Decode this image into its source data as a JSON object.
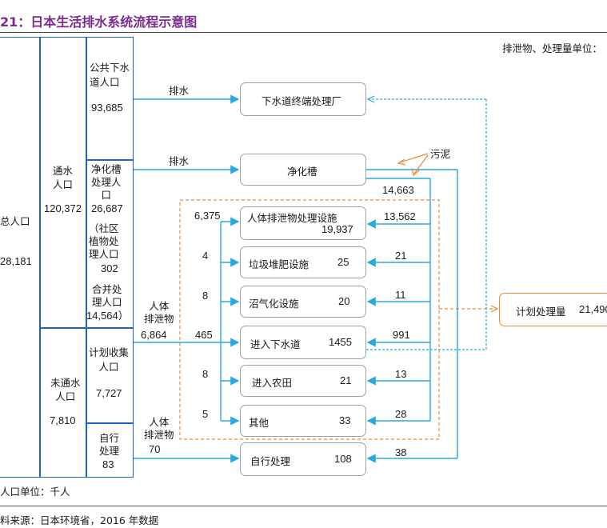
{
  "title": "21：日本生活排水系统流程示意图",
  "unit_note": "排泄物、处理量单位：",
  "columns": {
    "total": {
      "label": "总人口",
      "value": "28,181"
    },
    "piped": {
      "label": "通水\n人口",
      "value": "120,372"
    },
    "unpiped": {
      "label": "未通水\n人口",
      "value": "7,810"
    },
    "public_sewer": {
      "label": "公共下水\n道人口",
      "value": "93,685"
    },
    "septic": {
      "label": "净化槽\n处理人\n口",
      "value": "26,687"
    },
    "community": {
      "label": "（社区\n植物处\n理人口",
      "value": "302"
    },
    "combined": {
      "label": "合并处\n理人口",
      "value": "14,564）"
    },
    "planned_collect": {
      "label": "计划收集\n人口",
      "value": "7,727"
    },
    "self_treat": {
      "label": "自行\n处理",
      "value": "83"
    }
  },
  "arrows": {
    "drain1": "排水",
    "drain2": "排水",
    "excreta1": "人体\n排泄物",
    "excreta1_value": "6,864",
    "excreta2": "人体\n排泄物",
    "excreta2_value": "70",
    "sludge": "污泥",
    "sludge_value": "14,663"
  },
  "boxes": {
    "sewage_plant": "下水道终端处理厂",
    "septic_tank": "净化槽",
    "night_soil": {
      "label": "人体排泄物处理设施",
      "value": "19,937"
    },
    "compost": {
      "label": "垃圾堆肥设施",
      "value": "25"
    },
    "biogas": {
      "label": "沼气化设施",
      "value": "20"
    },
    "to_sewer": {
      "label": "进入下水道",
      "value": "1455"
    },
    "farmland": {
      "label": "进入农田",
      "value": "21"
    },
    "other": {
      "label": "其他",
      "value": "33"
    },
    "self": {
      "label": "自行处理",
      "value": "108"
    },
    "planned": {
      "label": "计划处理量",
      "value": "21,490"
    }
  },
  "left_values": [
    "6,375",
    "4",
    "8",
    "465",
    "8",
    "5"
  ],
  "right_values": [
    "13,562",
    "21",
    "11",
    "991",
    "13",
    "28",
    "38"
  ],
  "footnote": "人口单位：千人",
  "source": "料来源：日本环境省，2016 年数据",
  "colors": {
    "accent": "#1e64c8",
    "arrow": "#29a9e0",
    "orange": "#f0883a",
    "title": "#7b2a8e"
  }
}
